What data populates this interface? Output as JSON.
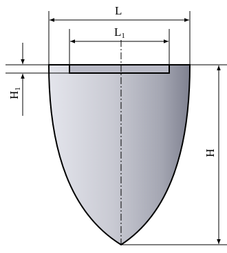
{
  "labels": {
    "outer_width": "L",
    "slot_width": "L",
    "slot_width_sub": "1",
    "slot_depth": "H",
    "slot_depth_sub": "1",
    "total_height": "H"
  },
  "colors": {
    "line": "#000000",
    "body_light": "#e2e3ea",
    "body_mid": "#c8c9d2",
    "body_dark": "#8d8f9c",
    "slot_fill": "#b9bac6",
    "background": "#ffffff"
  }
}
